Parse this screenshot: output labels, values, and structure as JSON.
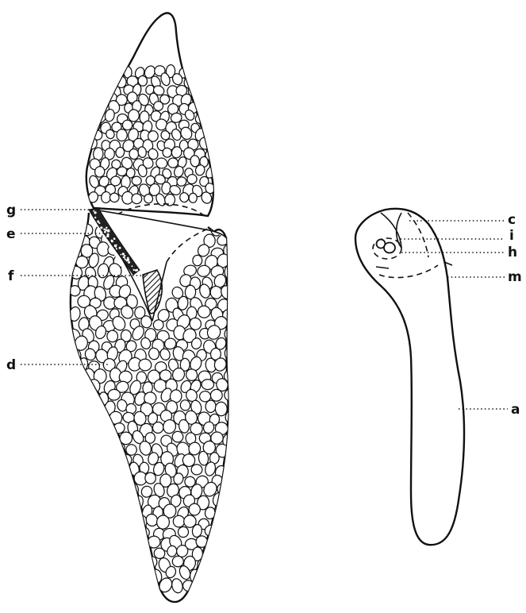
{
  "figure": {
    "labels": {
      "g": "g",
      "e": "e",
      "f": "f",
      "d": "d",
      "c": "c",
      "i": "i",
      "h": "h",
      "m": "m",
      "a": "a"
    }
  }
}
